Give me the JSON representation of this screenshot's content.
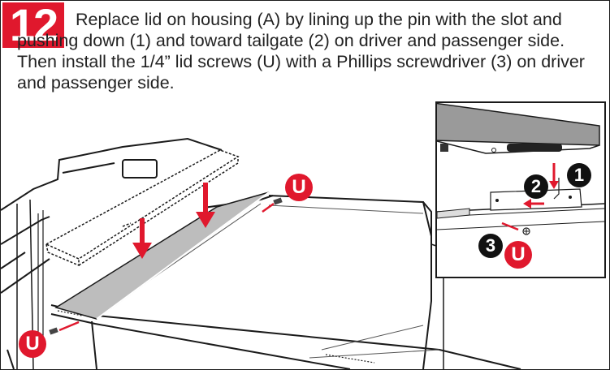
{
  "step": {
    "number": "12"
  },
  "instructions": {
    "text": "Replace lid on housing (A) by lining up the pin with the slot and pushing down (1) and toward tailgate (2) on driver and passenger side. Then install the 1/4” lid screws (U) with a Phillips screwdriver (3) on driver and passenger side."
  },
  "callouts": {
    "screw_top": "U",
    "screw_bottom": "U",
    "inset_screw": "U",
    "inset_down": "1",
    "inset_tailgate": "2",
    "inset_screwdriver": "3"
  },
  "colors": {
    "accent_red": "#e0182d",
    "callout_black": "#111111",
    "lid_gray": "#bdbdbd"
  }
}
